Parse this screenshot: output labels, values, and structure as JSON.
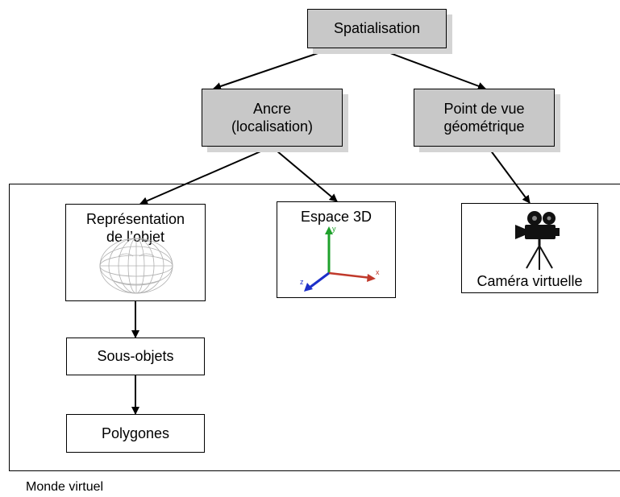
{
  "nodes": {
    "spatialisation": "Spatialisation",
    "ancre": "Ancre\n(localisation)",
    "point_de_vue": "Point de vue\ngéométrique",
    "representation": "Représentation\nde l’objet",
    "espace3d": "Espace 3D",
    "camera": "Caméra virtuelle",
    "sous_objets": "Sous-objets",
    "polygones": "Polygones"
  },
  "world_caption": "Monde virtuel",
  "axis_labels": {
    "x": "x",
    "y": "y",
    "z": "z"
  },
  "colors": {
    "box_gray": "#c8c8c8",
    "axis_x": "#c0392b",
    "axis_y": "#1fa12b",
    "axis_z": "#1c2fc9"
  },
  "icons": [
    "wireframe-head-icon",
    "axes-3d-icon",
    "film-camera-icon"
  ]
}
